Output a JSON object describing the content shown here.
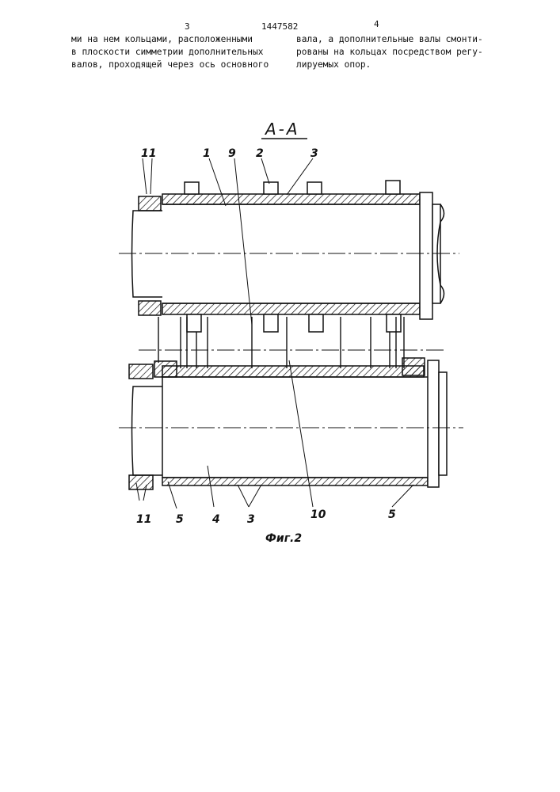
{
  "header": {
    "left_page_number": "3",
    "patent_number": "1447582",
    "right_page_number": "4"
  },
  "text": {
    "left_lines": [
      "ми на нем кольцами, расположенными",
      "в плоскости симметрии дополнительных",
      "валов, проходящей через ось основного"
    ],
    "right_lines": [
      "вала, а дополнительные валы смонти-",
      "рованы на кольцах посредством регу-",
      "лируемых опор."
    ]
  },
  "figure": {
    "section_label": "А-А",
    "caption": "Фиг.2",
    "labels_top": [
      "11",
      "1",
      "9",
      "2",
      "3"
    ],
    "labels_bottom": [
      "11",
      "5",
      "4",
      "3",
      "10",
      "5"
    ]
  }
}
